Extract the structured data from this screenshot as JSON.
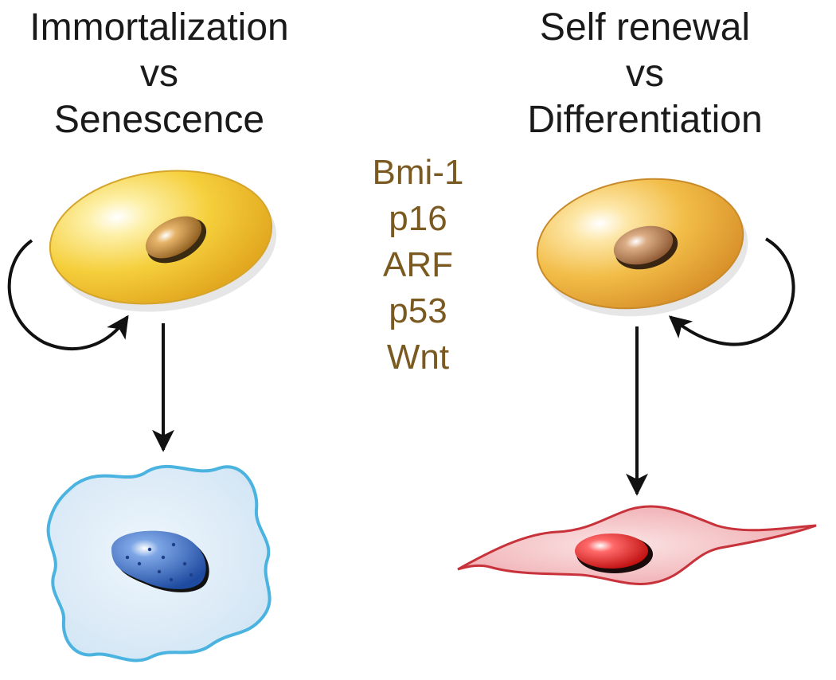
{
  "left_panel": {
    "title_lines": [
      "Immortalization",
      "vs",
      "Senescence"
    ]
  },
  "right_panel": {
    "title_lines": [
      "Self renewal",
      "vs",
      "Differentiation"
    ]
  },
  "center_markers": [
    "Bmi-1",
    "p16",
    "ARF",
    "p53",
    "Wnt"
  ],
  "colors": {
    "text": "#1a1a1a",
    "marker_text": "#7a5a20",
    "stem_cell_fill": "#f2c531",
    "stem_cell_fill_right": "#f0b23a",
    "senescent_cell_fill": "#dcebf7",
    "senescent_cell_edge": "#4bb3e0",
    "senescent_nucleus": "#2e5fb5",
    "differentiated_cell_fill": "#f5c6c9",
    "differentiated_cell_edge": "#c8323b",
    "differentiated_nucleus": "#e02020",
    "arrow": "#111111"
  }
}
